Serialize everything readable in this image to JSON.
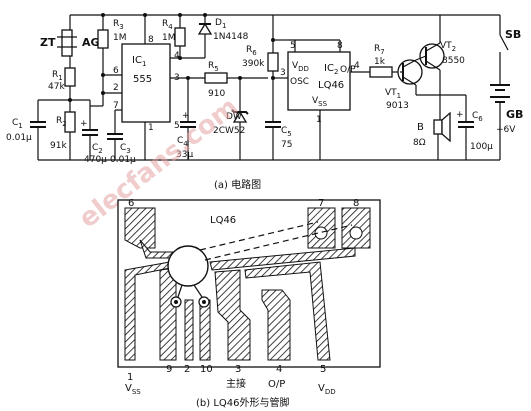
{
  "circuit": {
    "caption": "(a) 电路图",
    "ic1": {
      "name": "IC",
      "sub": "1",
      "part": "555",
      "pins": [
        "8",
        "4",
        "3",
        "2",
        "6",
        "1",
        "5",
        "7"
      ]
    },
    "ic2": {
      "name": "IC",
      "sub": "2",
      "part": "LQ46",
      "vdd": "V",
      "vdd_sub": "DD",
      "osc": "OSC",
      "op": "O/P",
      "vss": "V",
      "vss_sub": "SS",
      "pins": [
        "5",
        "8",
        "4",
        "3",
        "1"
      ]
    },
    "components": {
      "zt": "ZT",
      "ag": "AG",
      "r3": "R",
      "r3_sub": "3",
      "r3_val": "1M",
      "r4": "R",
      "r4_sub": "4",
      "r4_val": "1M",
      "d1": "D",
      "d1_sub": "1",
      "d1_val": "1N4148",
      "r1": "R",
      "r1_sub": "1",
      "r1_val": "47k",
      "r2": "R",
      "r2_sub": "2",
      "r2_val": "91k",
      "c1": "C",
      "c1_sub": "1",
      "c1_val": "0.01μ",
      "c2": "C",
      "c2_sub": "2",
      "c2_val": "470μ",
      "c3": "C",
      "c3_sub": "3",
      "c3_val": "0.01μ",
      "c4": "C",
      "c4_sub": "4",
      "c4_val": "33μ",
      "r5": "R",
      "r5_sub": "5",
      "r5_val": "910",
      "dw": "DW",
      "dw_val": "2CW52",
      "r6": "R",
      "r6_sub": "6",
      "r6_val": "390k",
      "c5": "C",
      "c5_sub": "5",
      "c5_val": "75",
      "r7": "R",
      "r7_sub": "7",
      "r7_val": "1k",
      "vt1": "VT",
      "vt1_sub": "1",
      "vt1_val": "9013",
      "vt2": "VT",
      "vt2_sub": "2",
      "vt2_val": "8550",
      "b": "B",
      "b_val": "8Ω",
      "c6": "C",
      "c6_sub": "6",
      "c6_val": "100μ",
      "sb": "SB",
      "gb": "GB",
      "gb_val": "+6V",
      "plus": "+"
    }
  },
  "package": {
    "caption": "(b) LQ46外形与管脚",
    "chip": "LQ46",
    "top_pins": [
      "6",
      "7",
      "8"
    ],
    "bottom_pins": [
      "1",
      "9",
      "2",
      "10",
      "3",
      "4",
      "5"
    ],
    "pin_labels": {
      "vss": "V",
      "vss_sub": "SS",
      "main": "主接",
      "op": "O/P",
      "vdd": "V",
      "vdd_sub": "DD"
    }
  },
  "watermark": "elecfans.com"
}
